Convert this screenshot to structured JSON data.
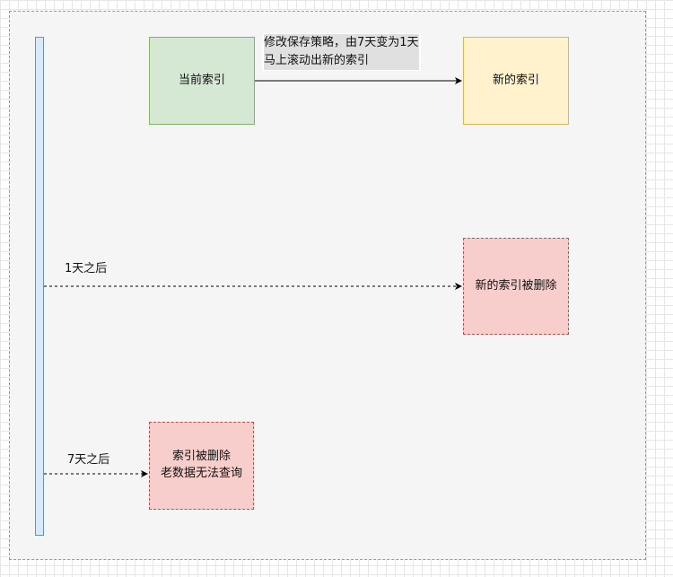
{
  "nodes": {
    "current_index": "当前索引",
    "new_index": "新的索引",
    "new_index_deleted": "新的索引被删除",
    "old_index_deleted": "索引被删除\n老数据无法查询"
  },
  "edge_label": {
    "line1": "修改保存策略，由7天变为1天",
    "line2": "马上滚动出新的索引"
  },
  "time_labels": {
    "after_1_day": "1天之后",
    "after_7_days": "7天之后"
  }
}
